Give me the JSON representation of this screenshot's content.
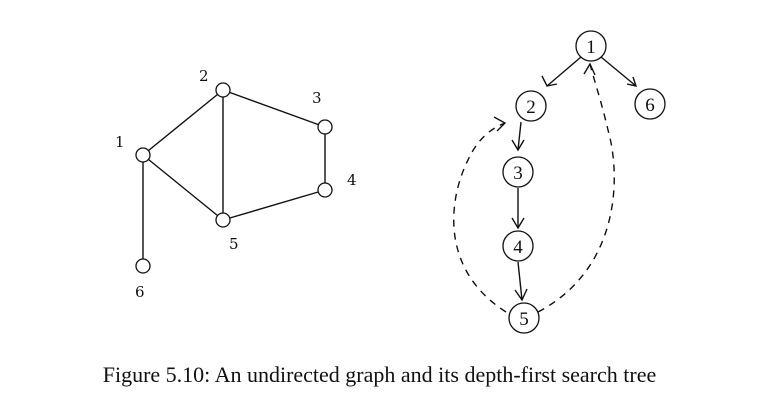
{
  "caption": "Figure 5.10: An undirected graph and its depth-first search tree",
  "undirected_graph": {
    "nodes": [
      "1",
      "2",
      "3",
      "4",
      "5",
      "6"
    ],
    "edges": [
      [
        "1",
        "2"
      ],
      [
        "1",
        "5"
      ],
      [
        "1",
        "6"
      ],
      [
        "2",
        "3"
      ],
      [
        "2",
        "5"
      ],
      [
        "3",
        "4"
      ],
      [
        "4",
        "5"
      ]
    ]
  },
  "dfs_tree": {
    "nodes": [
      "1",
      "2",
      "3",
      "4",
      "5",
      "6"
    ],
    "tree_edges": [
      [
        "1",
        "2"
      ],
      [
        "1",
        "6"
      ],
      [
        "2",
        "3"
      ],
      [
        "3",
        "4"
      ],
      [
        "4",
        "5"
      ]
    ],
    "back_edges": [
      [
        "5",
        "2"
      ],
      [
        "5",
        "1"
      ]
    ]
  },
  "colors": {
    "ink": "#111111",
    "background": "#ffffff"
  }
}
